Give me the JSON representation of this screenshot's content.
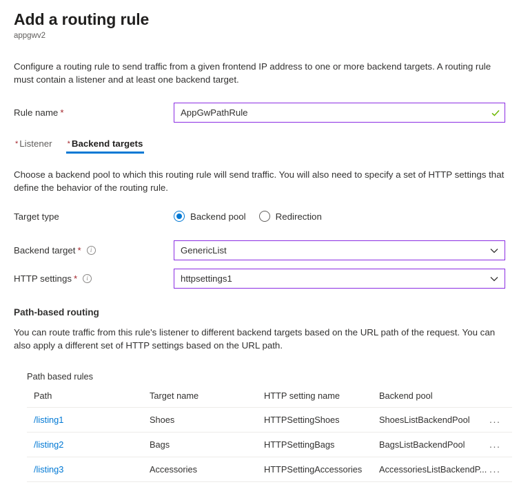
{
  "header": {
    "title": "Add a routing rule",
    "subtitle": "appgwv2"
  },
  "intro": {
    "description": "Configure a routing rule to send traffic from a given frontend IP address to one or more backend targets. A routing rule must contain a listener and at least one backend target."
  },
  "rule_name": {
    "label": "Rule name",
    "required_marker": "*",
    "value": "AppGwPathRule",
    "placeholder": "",
    "validation_icon": "checkmark-icon"
  },
  "tabs": [
    {
      "label": "Listener",
      "required_marker": "*",
      "active": false
    },
    {
      "label": "Backend targets",
      "required_marker": "*",
      "active": true
    }
  ],
  "backend_targets": {
    "description": "Choose a backend pool to which this routing rule will send traffic. You will also need to specify a set of HTTP settings that define the behavior of the routing rule.",
    "target_type": {
      "label": "Target type",
      "options": [
        {
          "label": "Backend pool",
          "selected": true
        },
        {
          "label": "Redirection",
          "selected": false
        }
      ]
    },
    "backend_target": {
      "label": "Backend target",
      "required_marker": "*",
      "info_icon": "info-icon",
      "value": "GenericList",
      "chevron": "chevron-down-icon"
    },
    "http_settings": {
      "label": "HTTP settings",
      "required_marker": "*",
      "info_icon": "info-icon",
      "value": "httpsettings1",
      "chevron": "chevron-down-icon"
    }
  },
  "path_based_routing": {
    "heading": "Path-based routing",
    "description": "You can route traffic from this rule's listener to different backend targets based on the URL path of the request. You can also apply a different set of HTTP settings based on the URL path.",
    "table_caption": "Path based rules",
    "columns": [
      "Path",
      "Target name",
      "HTTP setting name",
      "Backend pool"
    ],
    "rows": [
      {
        "path": "/listing1",
        "target_name": "Shoes",
        "http_setting_name": "HTTPSettingShoes",
        "backend_pool": "ShoesListBackendPool",
        "menu": "..."
      },
      {
        "path": "/listing2",
        "target_name": "Bags",
        "http_setting_name": "HTTPSettingBags",
        "backend_pool": "BagsListBackendPool",
        "menu": "..."
      },
      {
        "path": "/listing3",
        "target_name": "Accessories",
        "http_setting_name": "HTTPSettingAccessories",
        "backend_pool": "AccessoriesListBackendP...",
        "menu": "..."
      }
    ]
  },
  "colors": {
    "accent": "#0078d4",
    "input_border_focus": "#8a2be2",
    "validation_success": "#6bb700",
    "required_star": "#a4262c",
    "link": "#0078d4"
  }
}
